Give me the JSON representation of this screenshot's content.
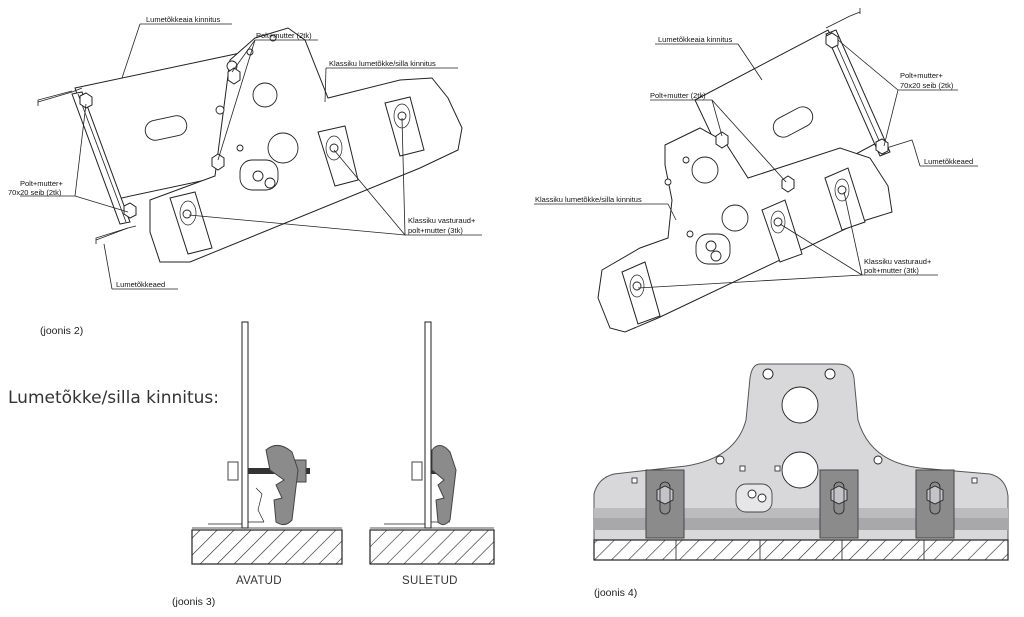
{
  "figure2": {
    "labels": {
      "snow_fence_mount": "Lumetõkkeaia kinnitus",
      "bolt_nut_top": "Polt+mutter (2tk)",
      "classic_mount": "Klassiku lumetõkke/silla kinnitus",
      "bolt_nut_washer_l1": "Polt+mutter+",
      "bolt_nut_washer_l2": "70x20 seib (2tk)",
      "counter_plates_l1": "Klassiku vasturaud+",
      "counter_plates_l2": "polt+mutter (3tk)",
      "snow_fence": "Lumetõkkeaed"
    },
    "caption": "(joonis 2)"
  },
  "figure2b": {
    "labels": {
      "snow_fence_mount": "Lumetõkkeaia kinnitus",
      "bolt_nut_top": "Polt+mutter (2tk)",
      "classic_mount": "Klassiku lumetõkke/silla kinnitus",
      "bolt_nut_washer_l1": "Polt+mutter+",
      "bolt_nut_washer_l2": "70x20 seib (2tk)",
      "snow_fence": "Lumetõkkeaed",
      "counter_plates_l1": "Klassiku vasturaud+",
      "counter_plates_l2": "polt+mutter (3tk)"
    }
  },
  "section_title": "Lumetõkke/silla kinnitus:",
  "figure3": {
    "open_label": "AVATUD",
    "closed_label": "SULETUD",
    "caption": "(joonis 3)"
  },
  "figure4": {
    "caption": "(joonis 4)"
  },
  "colors": {
    "line": "#222222",
    "plate_grey": "#d8d8da",
    "clamp_grey": "#8b8b8b"
  }
}
